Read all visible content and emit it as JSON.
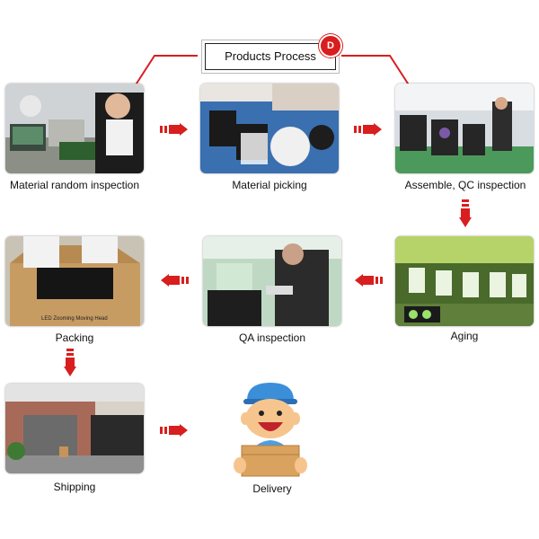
{
  "header": {
    "title": "Products Process",
    "badge": "D"
  },
  "steps": [
    {
      "label": "Material random inspection"
    },
    {
      "label": "Material picking"
    },
    {
      "label": "Assemble, QC inspection"
    },
    {
      "label": "Aging"
    },
    {
      "label": "QA inspection"
    },
    {
      "label": "Packing"
    },
    {
      "label": "Shipping"
    },
    {
      "label": "Delivery"
    }
  ],
  "photo_texts": {
    "packing_box": "LED Zooming Moving Head"
  },
  "colors": {
    "accent": "#d81e1e",
    "line": "#d81e1e"
  }
}
